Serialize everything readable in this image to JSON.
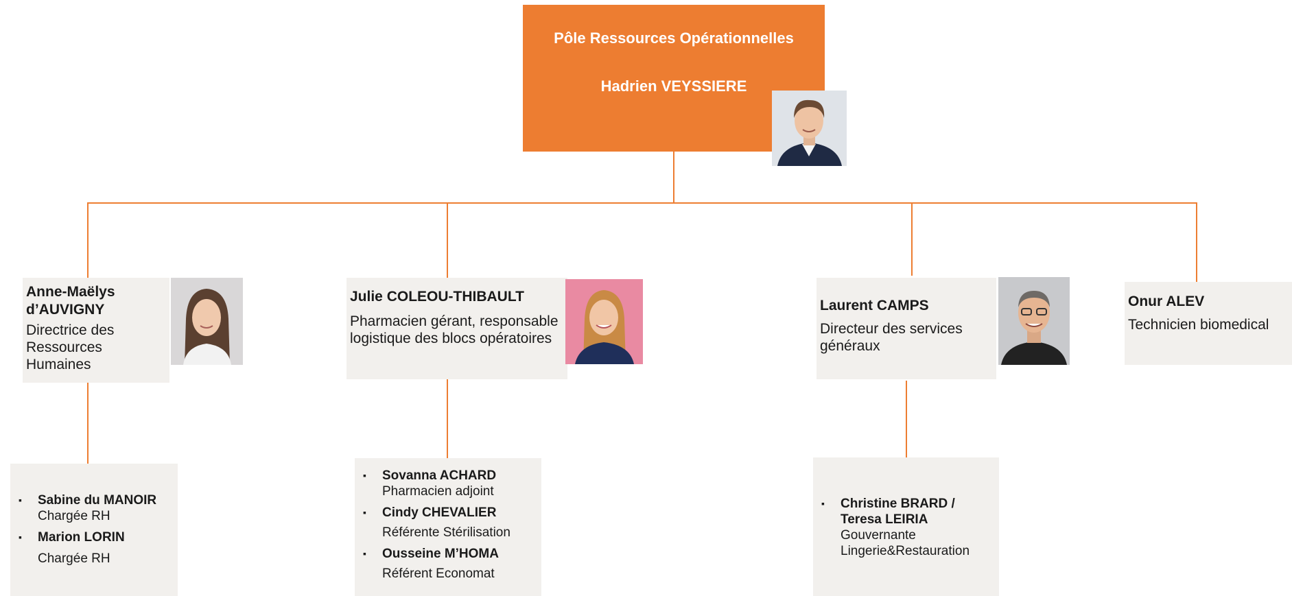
{
  "top": {
    "title": "Pôle Ressources Opérationnelles",
    "head": "Hadrien VEYSSIERE"
  },
  "branches": [
    {
      "name": "Anne-Maëlys d’AUVIGNY",
      "role": "Directrice des Ressources Humaines",
      "staff": [
        {
          "name": "Sabine du MANOIR",
          "role": "Chargée RH"
        },
        {
          "name": "Marion LORIN",
          "role": "Chargée RH"
        }
      ]
    },
    {
      "name": "Julie COLEOU-THIBAULT",
      "role": "Pharmacien gérant, responsable logistique des blocs opératoires",
      "staff": [
        {
          "name": "Sovanna ACHARD",
          "role": "Pharmacien adjoint"
        },
        {
          "name": "Cindy CHEVALIER",
          "role": "Référente Stérilisation"
        },
        {
          "name": "Ousseine M’HOMA",
          "role": "Référent Economat"
        }
      ]
    },
    {
      "name": "Laurent CAMPS",
      "role": "Directeur des services généraux",
      "staff": [
        {
          "name": "Christine BRARD / Teresa LEIRIA",
          "role": "Gouvernante Lingerie&Restauration"
        }
      ]
    },
    {
      "name": "Onur ALEV",
      "role": "Technicien biomedical"
    }
  ],
  "colors": {
    "accent": "#ED7D31",
    "card": "#F2F0ED"
  },
  "bullet": "▪"
}
